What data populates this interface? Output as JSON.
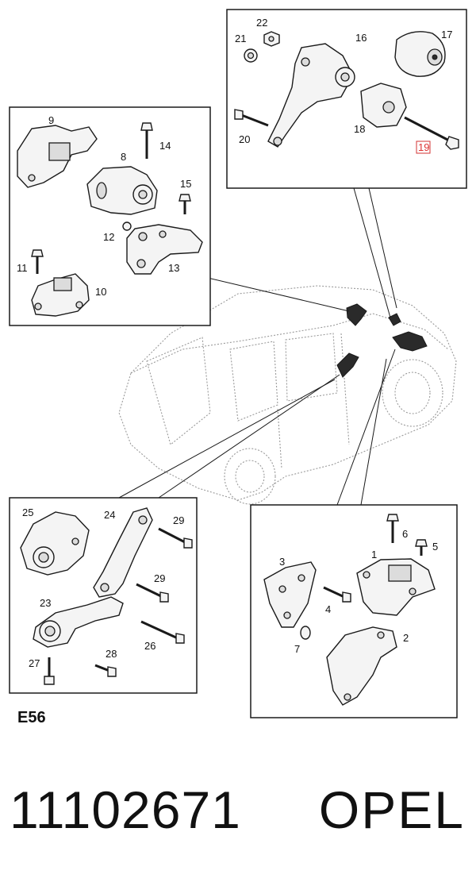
{
  "diagram": {
    "section_code": "E56",
    "part_number": "11102671",
    "brand": "OPEL",
    "highlighted_callout": "19",
    "colors": {
      "line": "#1a1a1a",
      "highlight": "#d33333",
      "fill": "#f2f2f2"
    }
  },
  "callouts": {
    "c1": "1",
    "c2": "2",
    "c3": "3",
    "c4": "4",
    "c5": "5",
    "c6": "6",
    "c7": "7",
    "c8": "8",
    "c9": "9",
    "c10": "10",
    "c11": "11",
    "c12": "12",
    "c13": "13",
    "c14": "14",
    "c15": "15",
    "c16": "16",
    "c17": "17",
    "c18": "18",
    "c19": "19",
    "c20": "20",
    "c21": "21",
    "c22": "22",
    "c23": "23",
    "c24": "24",
    "c25": "25",
    "c26": "26",
    "c27": "27",
    "c28": "28",
    "c29a": "29",
    "c29b": "29"
  }
}
